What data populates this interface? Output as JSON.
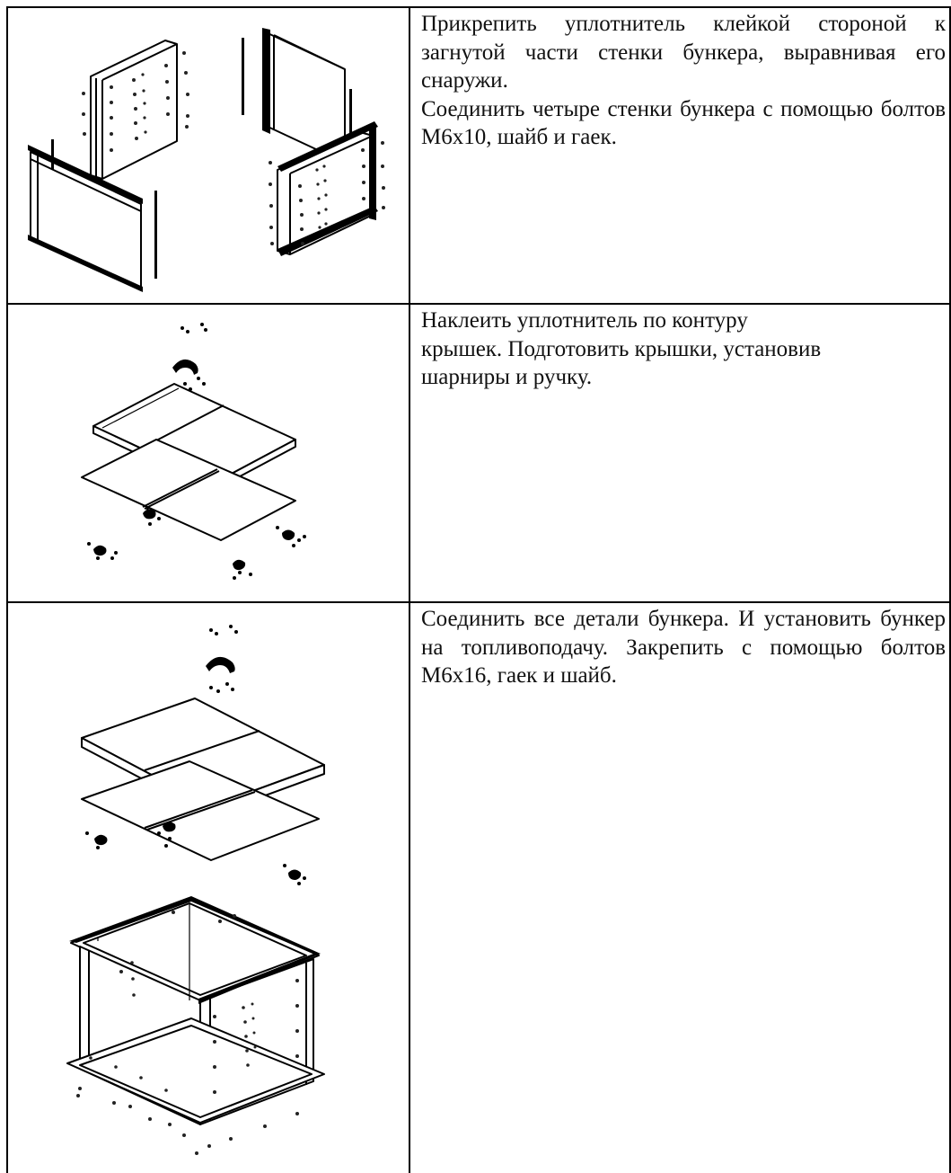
{
  "steps": [
    {
      "figure": "exploded-hopper-walls",
      "paragraphs": [
        "Прикрепить уплотнитель клейкой стороной к загнутой части стенки бункера, выравнивая его снаружи.",
        "Соединить четыре стенки бункера с помощью болтов М6х10, шайб и гаек."
      ]
    },
    {
      "figure": "exploded-lids",
      "paragraphs": [
        "Наклеить уплотнитель по контуру крышек. Подготовить крышки, установив шарниры и ручку."
      ]
    },
    {
      "figure": "exploded-hopper-assembly",
      "paragraphs": [
        "Соединить все детали бункера. И установить бункер на топливоподачу. Закрепить с помощью болтов М6х16, гаек и шайб."
      ]
    }
  ]
}
